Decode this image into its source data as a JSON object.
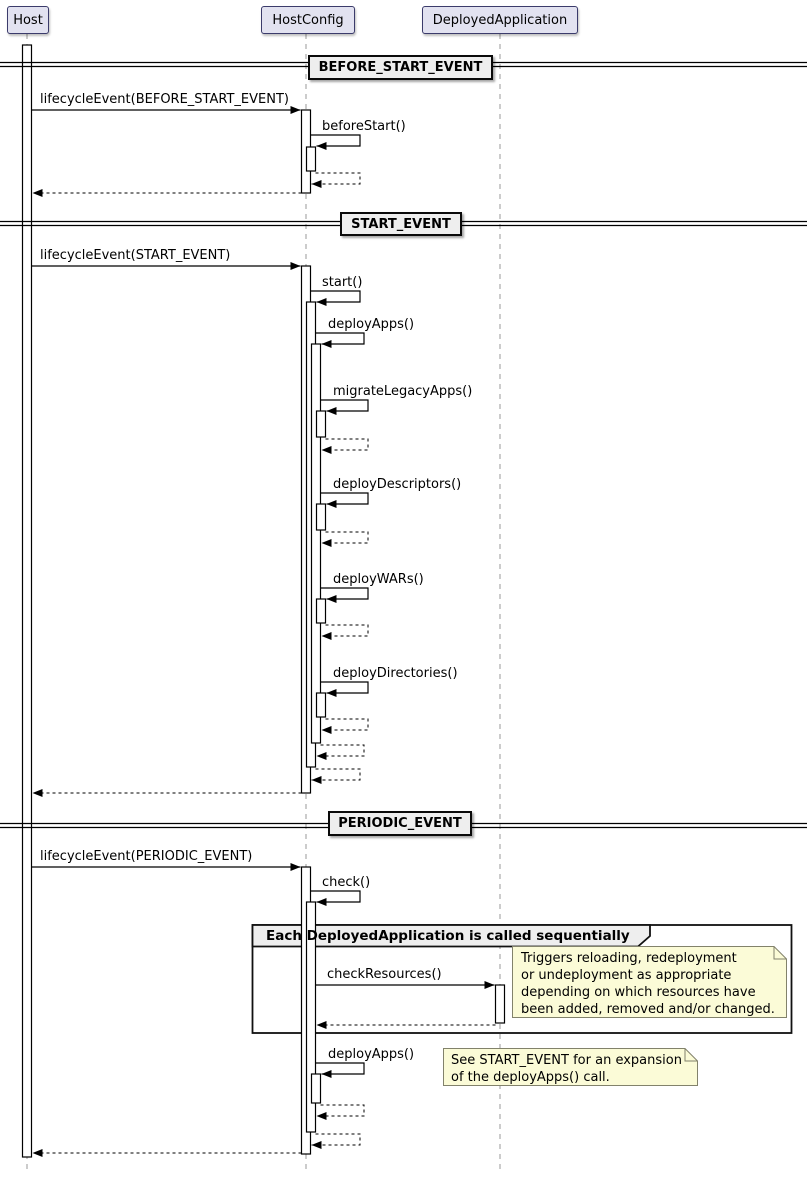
{
  "participants": [
    {
      "id": "host",
      "label": "Host"
    },
    {
      "id": "hostconfig",
      "label": "HostConfig"
    },
    {
      "id": "deployedapplication",
      "label": "DeployedApplication"
    }
  ],
  "dividers": [
    {
      "label": "BEFORE_START_EVENT"
    },
    {
      "label": "START_EVENT"
    },
    {
      "label": "PERIODIC_EVENT"
    }
  ],
  "messages": {
    "lifecycle_before_start": "lifecycleEvent(BEFORE_START_EVENT)",
    "before_start": "beforeStart()",
    "lifecycle_start": "lifecycleEvent(START_EVENT)",
    "start": "start()",
    "deploy_apps": "deployApps()",
    "migrate_legacy_apps": "migrateLegacyApps()",
    "deploy_descriptors": "deployDescriptors()",
    "deploy_wars": "deployWARs()",
    "deploy_directories": "deployDirectories()",
    "lifecycle_periodic": "lifecycleEvent(PERIODIC_EVENT)",
    "check": "check()",
    "check_resources": "checkResources()",
    "deploy_apps_periodic": "deployApps()"
  },
  "group": {
    "label": "Each DeployedApplication is called sequentially"
  },
  "notes": {
    "check_resources_note": "Triggers reloading, redeployment\nor undeployment as appropriate\ndepending on which resources have\nbeen added, removed and/or changed.",
    "deploy_apps_note": "See START_EVENT for an expansion\nof the deployApps() call."
  },
  "colors": {
    "participant_fill": "#E2E2F0",
    "participant_border": "#3B3B6B",
    "divider_fill": "#EEEEEE",
    "frame_fill": "#EEEEEE",
    "note_fill": "#FBFBD7",
    "note_border": "#82826B",
    "line": "#000000",
    "lifeline": "#999999",
    "activation_fill": "#FFFFFF"
  }
}
